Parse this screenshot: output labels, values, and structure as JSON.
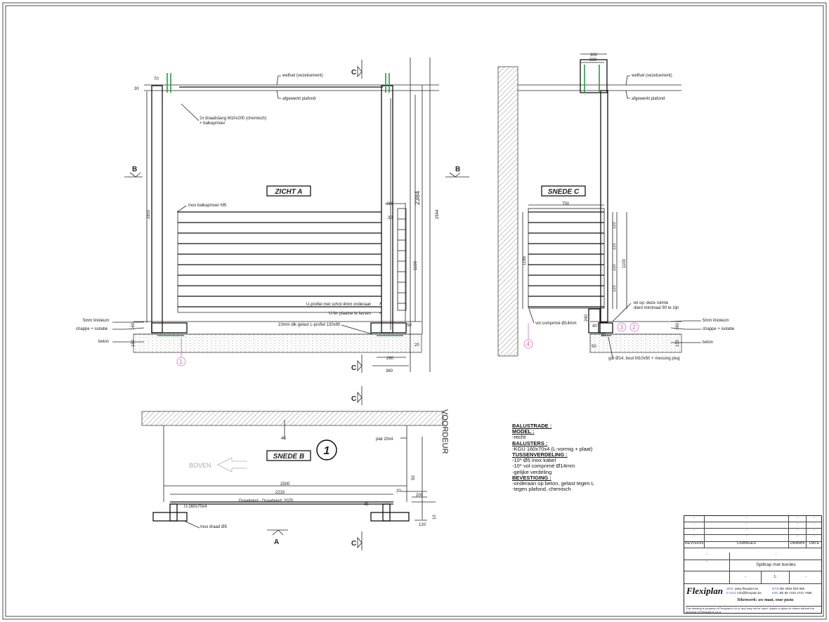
{
  "views": {
    "zicht_a": "ZICHT A",
    "snede_c": "SNEDE C",
    "snede_b": "SNEDE B",
    "detail_number": "1"
  },
  "section_marks": {
    "c": "C",
    "b": "B",
    "a": "A"
  },
  "labels": {
    "welfsel": "welfsel (vezelcement)",
    "afgewerkt_plafond": "afgewerkt plafond",
    "draadstang": "2x draadstang M10x200 (chemisch)",
    "balkapmoer": "+ balkapmoer",
    "inox_balkapmoer": "Inox balkapmoer M5",
    "u_profiel": "U-profiel met schot 4mm onderaan",
    "u_fer": "U-fer plaatse te lassen",
    "gelast_l": "10mm dik gelast L-profiel 130x90",
    "linoleum": "5mm linoleum",
    "chappe": "chappe + isolatie",
    "beton": "beton",
    "vol_comprime": "vol comprimé Ø14mm",
    "let_op_1": "let op: deze ruimte",
    "let_op_2": "dient minimaal 90 te zijn",
    "gat": "gat Ø14, bout M10x50 + messing plug",
    "voordeur": "VOORDEUR",
    "boven": "BOVEN",
    "plat": "plat 20x4",
    "u_160": "U-160x70x4",
    "draadeind": "Draadeind - Draadeind: 2075",
    "inox_draad": "Inox draad Ø5"
  },
  "dimensions": {
    "d70": "70",
    "d30": "30",
    "d2810": "2810",
    "d280": "280",
    "d2384": "2384",
    "d2544": "2544",
    "d1100": "1100",
    "d160": "160",
    "d150": "150",
    "d260": "260",
    "d360": "360",
    "d300": "300",
    "d200": "200",
    "d750": "750",
    "d110": "110",
    "d2500": "2500",
    "d2215": "2215",
    "d45": "45",
    "d120": "120",
    "d20": "20",
    "d40": "40",
    "d50": "50",
    "d240": "240",
    "d1186": "1186",
    "d10": "10",
    "d200b": "200"
  },
  "callouts": [
    "1",
    "2",
    "3",
    "4"
  ],
  "notes": {
    "balustrade": "BALUSTRADE :",
    "model_h": "MODEL :",
    "model_v": "-recht",
    "balusters_h": "BALUSTERS :",
    "balusters_v": "-KGU 160x70x4 (L-vormig + plaat)",
    "tussen_h": "TUSSENVERDELING :",
    "tussen_v1": "-10* Ø5 Inox kabel",
    "tussen_v2": "-10* vol comprimé Ø14mm",
    "tussen_v3": "-gelijke verdeling",
    "bev_h": "BEVESTIGING :",
    "bev_v1": "-onderaan op beton, gelast tegen L",
    "bev_v2": "-tegen plafond, chemisch"
  },
  "title_block": {
    "revision": "REVISION",
    "changes": "CHANGES",
    "drawn": "DRAWN",
    "date": "DATE",
    "dash": "-",
    "project": "Spiltrap met bordes",
    "scale": "1:",
    "web_label": "Web:",
    "web": "www.flexiplan.be",
    "email_label": "E-mail:",
    "email": "info@flexiplan.be",
    "btw_label": "BTW",
    "btw": "BE 0894 050 896",
    "kbc_label": "KBC",
    "kbc": "BE 65 7310 2721 7696",
    "brand": "Flexiplan",
    "slogan": "Tekenwerk: uw maat, onze pasta",
    "property": "This drawing is property of Flexiplan b.v.b.a. and may not be used, copied or given to others without the approval of Flexiplan b.v.b.a."
  }
}
